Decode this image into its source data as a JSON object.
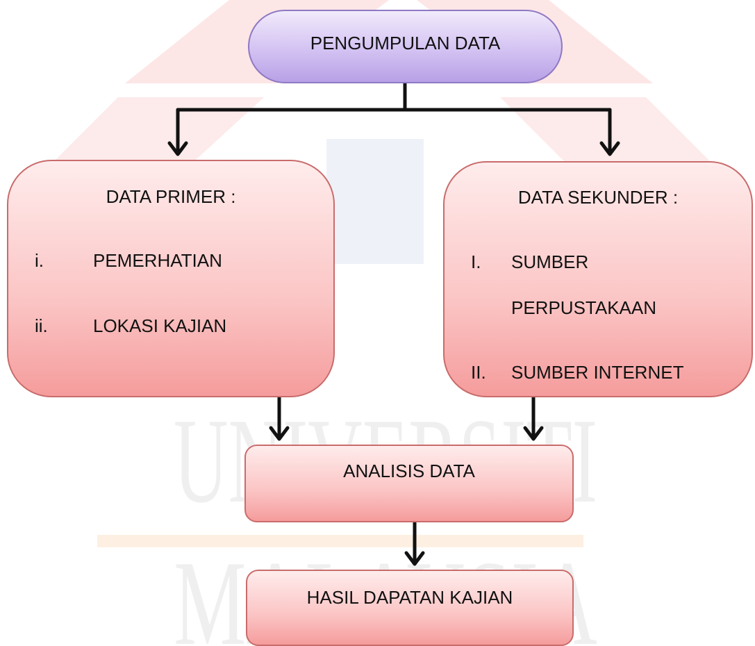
{
  "watermark": {
    "line1": "UNIVERSITI",
    "line2": "MALAYSIA"
  },
  "nodes": {
    "root": {
      "label": "PENGUMPULAN DATA"
    },
    "primary": {
      "title": "DATA PRIMER :",
      "items": [
        {
          "marker": "i.",
          "text": "PEMERHATIAN"
        },
        {
          "marker": "ii.",
          "text": "LOKASI KAJIAN"
        }
      ]
    },
    "secondary": {
      "title": "DATA SEKUNDER :",
      "items": [
        {
          "marker": "I.",
          "text": "SUMBER",
          "text_line2": "PERPUSTAKAAN"
        },
        {
          "marker": "II.",
          "text": "SUMBER INTERNET"
        }
      ]
    },
    "analysis": {
      "label": "ANALISIS DATA"
    },
    "result": {
      "label": "HASIL DAPATAN KAJIAN"
    }
  },
  "colors": {
    "oval_fill": "#d3c2f2",
    "box_fill": "#fbc4c4",
    "arrow": "#111111",
    "watermark_red": "#fde2e2",
    "watermark_gray": "#ededed",
    "watermark_band": "#fdf0e2"
  }
}
